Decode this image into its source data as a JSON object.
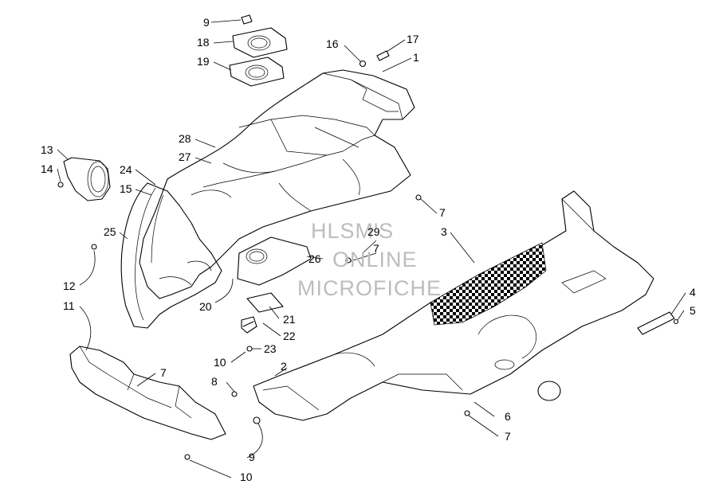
{
  "labels": {
    "l1": "1",
    "l2": "2",
    "l3": "3",
    "l4": "4",
    "l5": "5",
    "l6": "6",
    "l7a": "7",
    "l7b": "7",
    "l7c": "7",
    "l7d": "7",
    "l8": "8",
    "l9a": "9",
    "l9b": "9",
    "l10a": "10",
    "l10b": "10",
    "l11": "11",
    "l12": "12",
    "l13": "13",
    "l14": "14",
    "l15": "15",
    "l16": "16",
    "l17": "17",
    "l18": "18",
    "l19": "19",
    "l20": "20",
    "l21": "21",
    "l22": "22",
    "l23": "23",
    "l24": "24",
    "l25": "25",
    "l26": "26",
    "l27": "27",
    "l28": "28",
    "l29": "29"
  },
  "watermark": {
    "line1": "HLSM'S",
    "line2": "ONLINE",
    "line3": "MICROFICHE",
    "color": "#bdbdbd"
  }
}
